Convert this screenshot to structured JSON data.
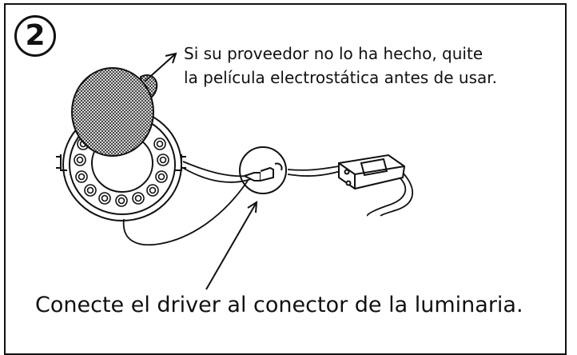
{
  "step": {
    "number": "2"
  },
  "note": {
    "line1": "Si su proveedor no lo ha hecho, quite",
    "line2": "la película electrostática antes de usar."
  },
  "caption": "Conecte el driver al conector de la luminaria."
}
